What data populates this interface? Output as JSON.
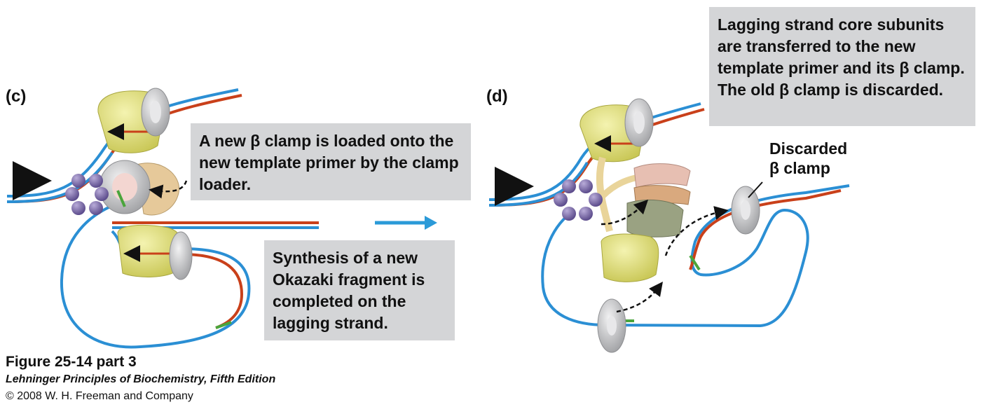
{
  "panels": {
    "c": {
      "label": "(c)",
      "callout_clamp": "A new β clamp is loaded onto the new template primer by the clamp loader.",
      "callout_synthesis": "Synthesis of a new Okazaki fragment is completed on the lagging strand."
    },
    "d": {
      "label": "(d)",
      "callout_transfer": "Lagging strand core subunits are transferred to the new template primer and its β clamp. The old β clamp is discarded.",
      "discarded_label_line1": "Discarded",
      "discarded_label_line2": "β clamp"
    }
  },
  "caption": {
    "title": "Figure 25-14 part 3",
    "book": "Lehninger Principles of Biochemistry, Fifth Edition",
    "copyright": "© 2008 W. H. Freeman and Company"
  },
  "colors": {
    "template_strand": "#2b8fd4",
    "new_strand": "#c9401a",
    "primer": "#4aa53c",
    "core_yellow": "#e4e27a",
    "clamp_gray": "#c8c9cb",
    "clamp_loader_purple": "#7b68a8",
    "callout_bg": "#d4d5d7",
    "direction_arrow": "#2b9ad8"
  }
}
